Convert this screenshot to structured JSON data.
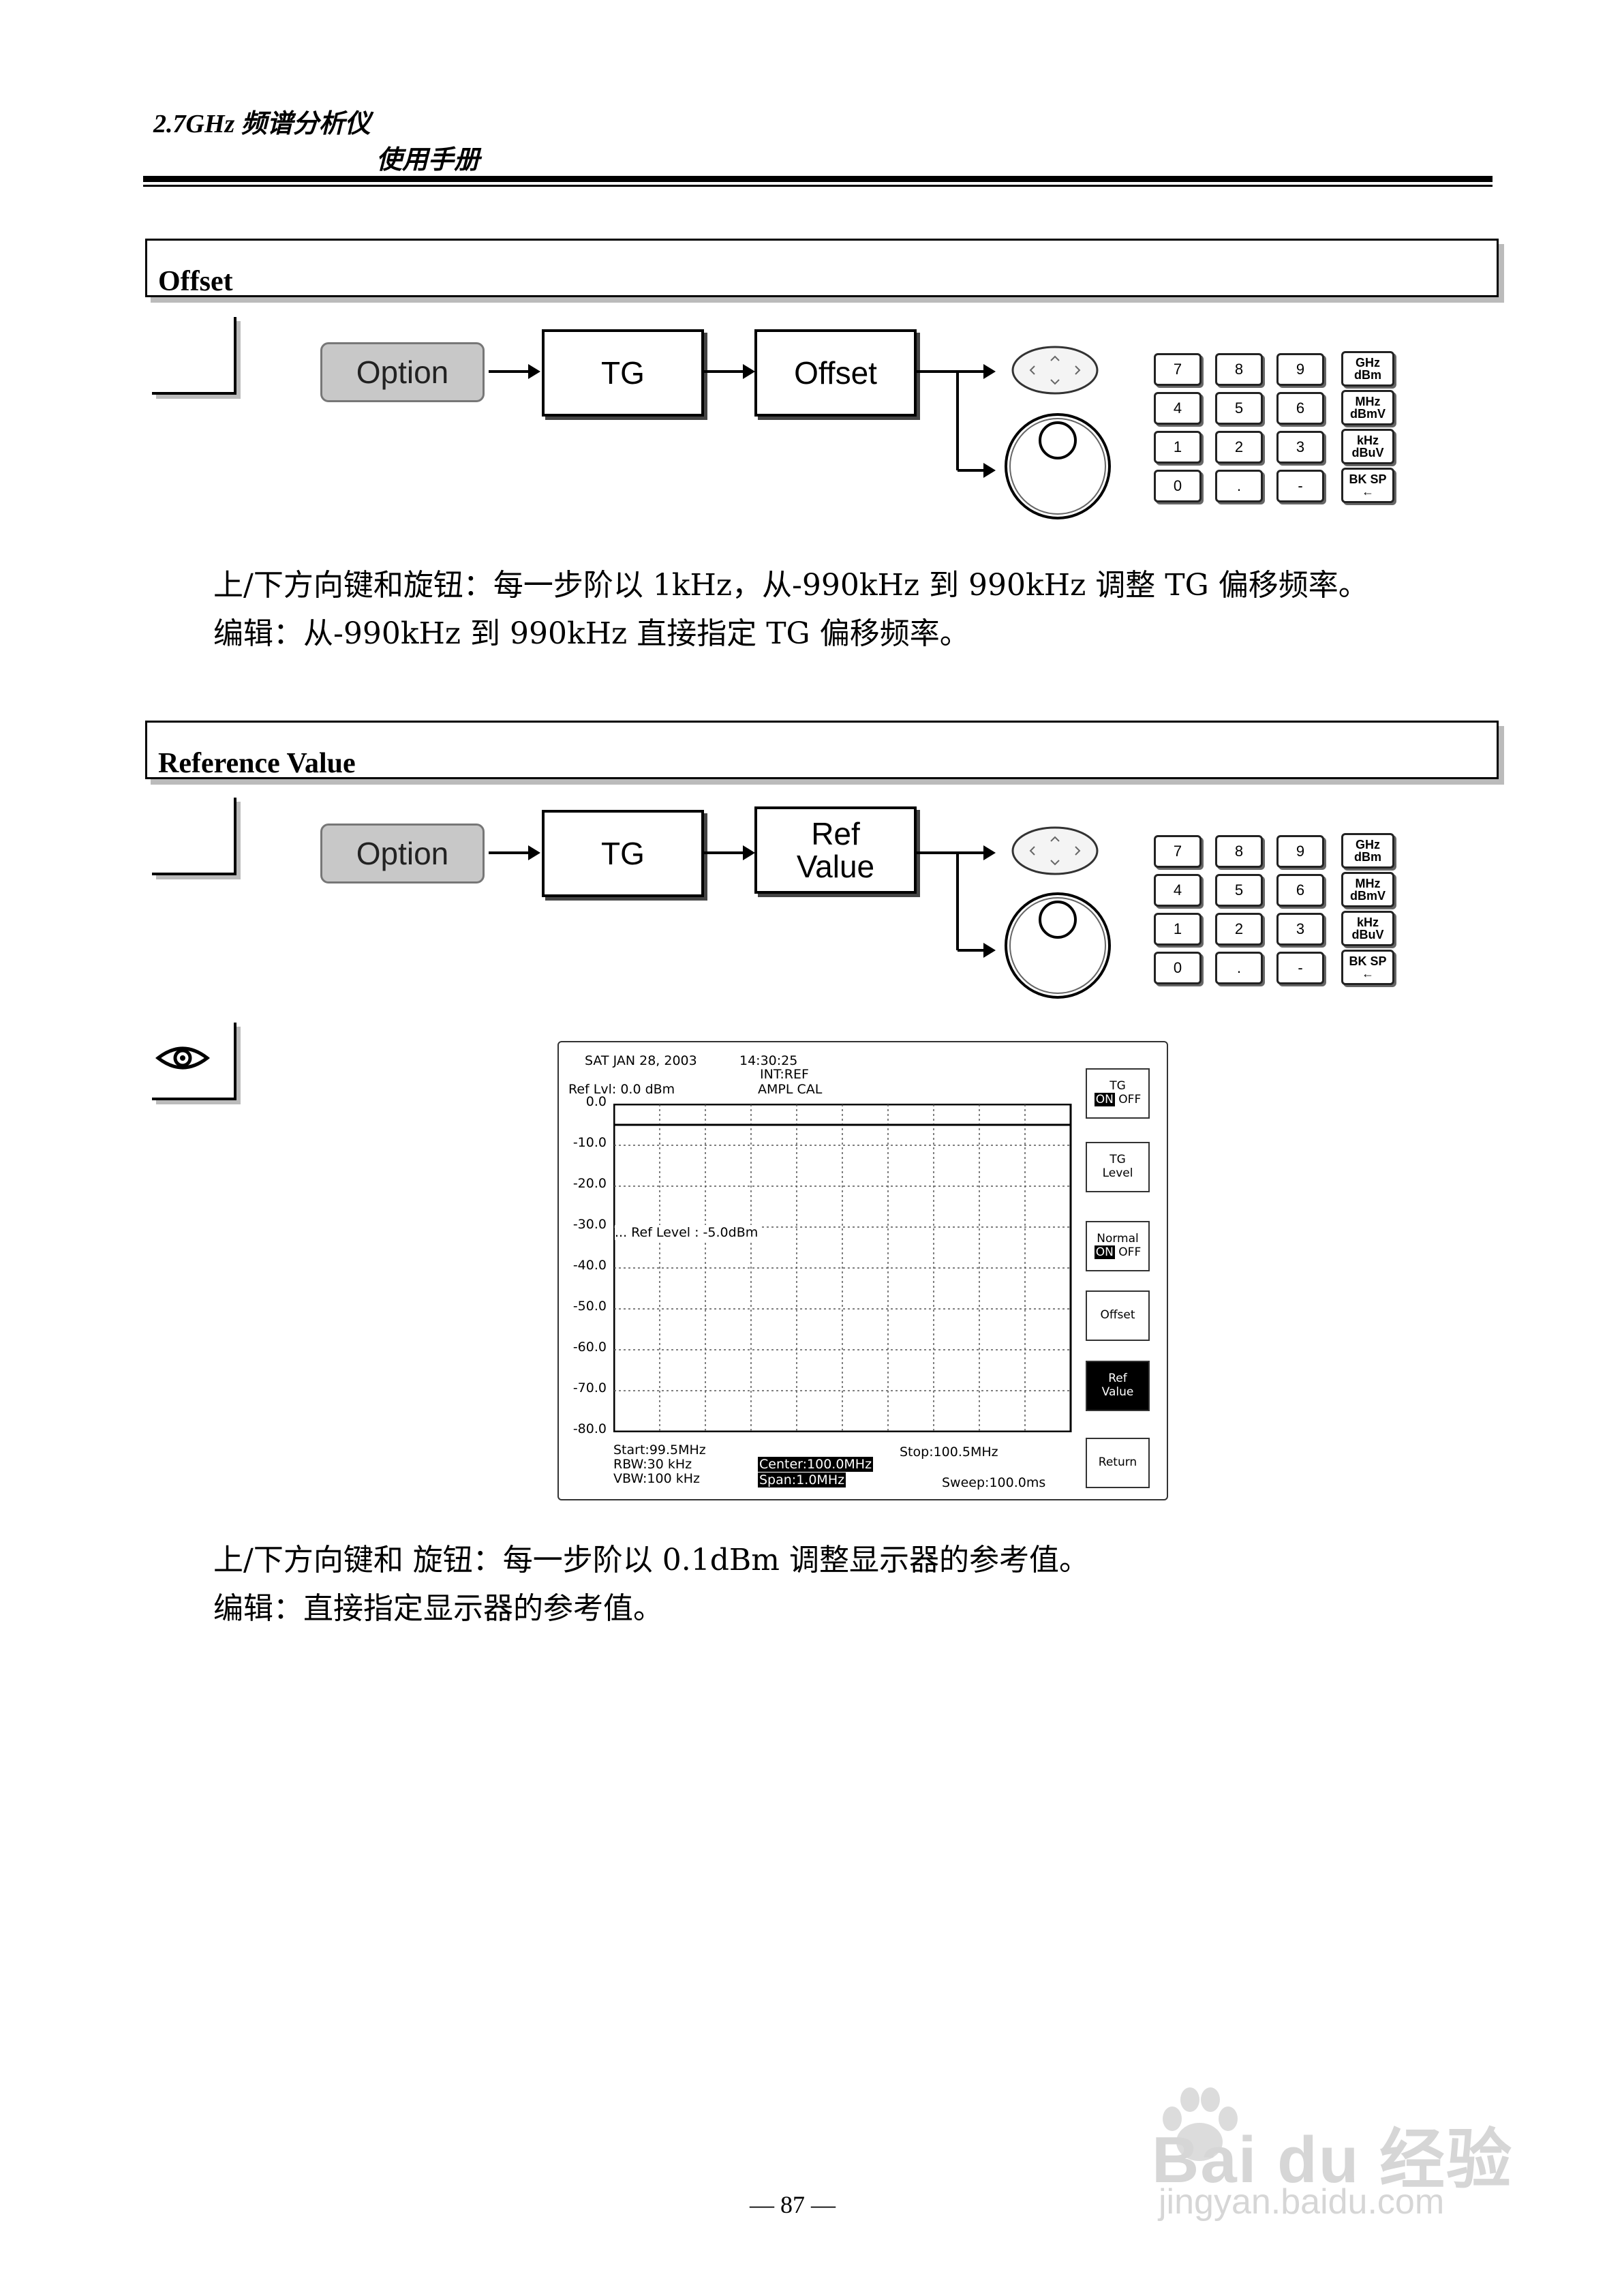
{
  "header": {
    "title": "2.7GHz 频谱分析仪",
    "subtitle": "使用手册"
  },
  "offset_section": {
    "title": "Offset",
    "option_label": "Option",
    "tg_label": "TG",
    "softkey_label": "Offset",
    "para1": "上/下方向键和旋钮：每一步阶以 1kHz，从-990kHz 到 990kHz 调整 TG 偏移频率。",
    "para2": "编辑：从-990kHz 到 990kHz 直接指定 TG 偏移频率。"
  },
  "ref_section": {
    "title": "Reference Value",
    "option_label": "Option",
    "tg_label": "TG",
    "softkey_line1": "Ref",
    "softkey_line2": "Value",
    "para1": "上/下方向键和 旋钮：每一步阶以 0.1dBm 调整显示器的参考值。",
    "para2": "编辑：直接指定显示器的参考值。"
  },
  "keypad": {
    "keys": [
      "7",
      "8",
      "9",
      "4",
      "5",
      "6",
      "1",
      "2",
      "3",
      "0",
      ".",
      "-"
    ],
    "units": [
      {
        "top": "GHz",
        "bottom": "dBm"
      },
      {
        "top": "MHz",
        "bottom": "dBmV"
      },
      {
        "top": "kHz",
        "bottom": "dBuV"
      },
      {
        "top": "BK SP",
        "bottom": "←"
      }
    ]
  },
  "screen": {
    "date": "SAT JAN 28,  2003",
    "time": "14:30:25",
    "int_ref": "INT:REF",
    "ampl_cal": "AMPL   CAL",
    "ref_lvl": "Ref  Lvl: 0.0 dBm",
    "marker_text": "... Ref Level : -5.0dBm",
    "start": "Start:99.5MHz",
    "rbw": "RBW:30 kHz",
    "vbw": "VBW:100 kHz",
    "center": "Center:100.0MHz",
    "span": "Span:1.0MHz",
    "stop": "Stop:100.5MHz",
    "sweep": "Sweep:100.0ms",
    "softkeys": {
      "tg_label": "TG",
      "on": "ON",
      "off": "OFF",
      "tg_level_1": "TG",
      "tg_level_2": "Level",
      "normal": "Normal",
      "offset": "Offset",
      "ref_1": "Ref",
      "ref_2": "Value",
      "return": "Return"
    }
  },
  "chart_data": {
    "type": "line",
    "y_ticks": [
      "0.0",
      "-10.0",
      "-20.0",
      "-30.0",
      "-40.0",
      "-50.0",
      "-60.0",
      "-70.0",
      "-80.0"
    ],
    "ylim": [
      -80,
      0
    ],
    "xlim": [
      99.5,
      100.5
    ],
    "series": [
      {
        "x": [
          99.5,
          100.5
        ],
        "values": [
          -5.0,
          -5.0
        ]
      }
    ],
    "grid": true
  },
  "footer": {
    "page_number": "— 87 —"
  },
  "watermark": {
    "brand": "Bai du 经验",
    "url": "jingyan.baidu.com"
  },
  "colors": {
    "option_fill": "#c8c8c8",
    "shadow": "#bbbbbb"
  }
}
